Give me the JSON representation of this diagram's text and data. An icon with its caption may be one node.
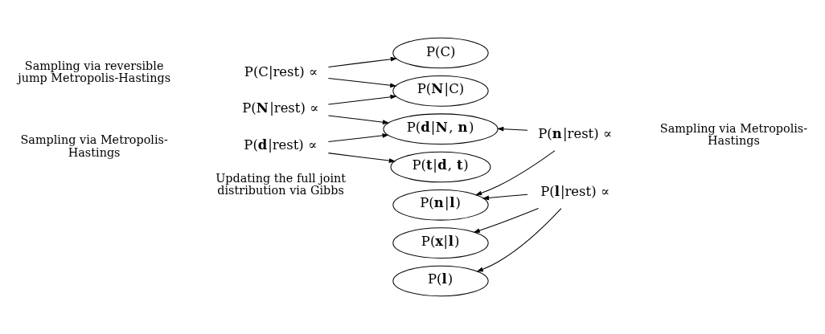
{
  "diagram": {
    "nodes": [
      {
        "text": [
          "P(C|rest) ∝"
        ]
      },
      {
        "text": [
          "P(**N**|rest) ∝"
        ]
      },
      {
        "text": [
          "P(**d**|rest) ∝"
        ]
      },
      {
        "text": [
          "P(C)"
        ]
      },
      {
        "text": [
          "P(**N**|C)"
        ]
      },
      {
        "text": [
          "P(**d**|**N**, **n**)"
        ]
      },
      {
        "text": [
          "P(**t**|**d**, **t**)"
        ]
      },
      {
        "text": [
          "P(**n**|**l**)"
        ]
      },
      {
        "text": [
          "P(**x**|**l**)"
        ]
      },
      {
        "text": [
          "P(**l**)"
        ]
      },
      {
        "text": [
          "P(**n**|rest) ∝"
        ]
      },
      {
        "text": [
          "P(**l**|rest) ∝"
        ]
      }
    ],
    "edges": [
      {
        "from": 0,
        "to": 3,
        "arrow": "to"
      },
      {
        "from": 0,
        "to": 4,
        "arrow": "to"
      },
      {
        "from": 1,
        "to": 4,
        "arrow": "to"
      },
      {
        "from": 1,
        "to": 5,
        "arrow": "to"
      },
      {
        "from": 2,
        "to": 5,
        "arrow": "to"
      },
      {
        "from": 2,
        "to": 6,
        "arrow": "to"
      },
      {
        "from": 10,
        "to": 5,
        "arrow": "to"
      },
      {
        "from": 10,
        "to": 7,
        "arrow": "to"
      },
      {
        "from": 11,
        "to": 7,
        "arrow": "to"
      },
      {
        "from": 11,
        "to": 8,
        "arrow": "to"
      },
      {
        "from": 11,
        "to": 9,
        "arrow": "to"
      }
    ],
    "labels": [
      "Sampling via reversible jump Metropolis-Hastings",
      "Sampling via Metropolis-Hastings",
      "Sampling via Metropolis-Hastings",
      "Updating the full joint distribution via Gibbs"
    ]
  }
}
